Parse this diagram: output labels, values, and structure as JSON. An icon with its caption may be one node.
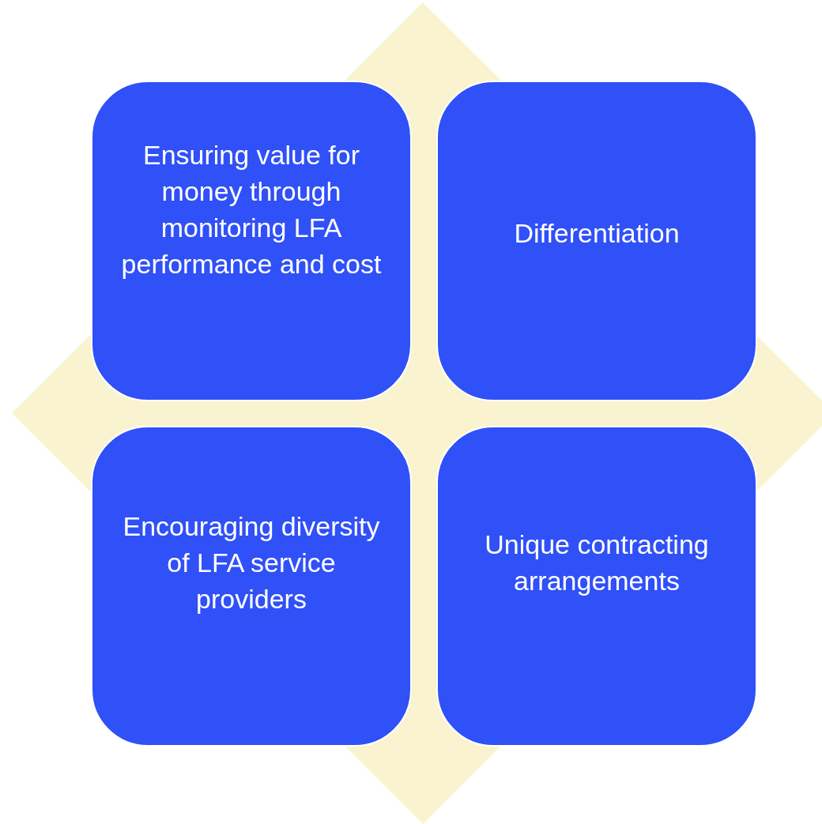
{
  "diagram": {
    "nodes": [
      {
        "text": [
          "Ensuring value for money through monitoring LFA performance and cost"
        ]
      },
      {
        "text": [
          "Differentiation"
        ]
      },
      {
        "text": [
          "Encouraging diversity of LFA service providers"
        ]
      },
      {
        "text": [
          "Unique contracting arrangements"
        ]
      }
    ]
  }
}
